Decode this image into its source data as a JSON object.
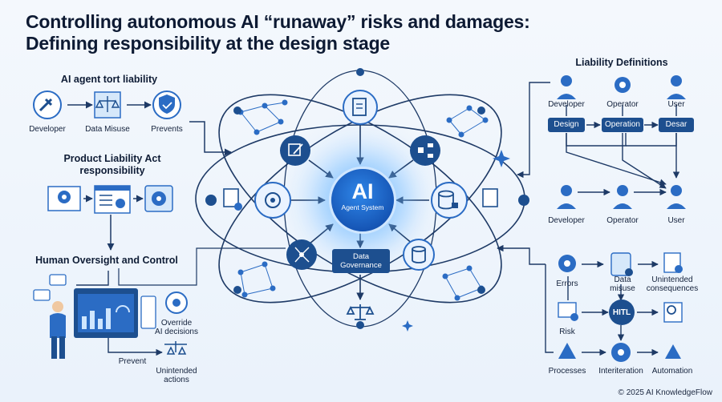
{
  "title": {
    "line1": "Controlling autonomous AI “runaway” risks and damages:",
    "line2": "Defining responsibility at the design stage"
  },
  "left": {
    "tort": {
      "heading": "AI agent tort liability",
      "labels": [
        "Developer",
        "Data Misuse",
        "Prevents"
      ]
    },
    "product": {
      "heading_line1": "Product Liability Act",
      "heading_line2": "responsibility"
    },
    "oversight": {
      "heading": "Human Oversight and Control",
      "override_line1": "Override",
      "override_line2": "AI decisions",
      "prevent": "Prevent",
      "unintended_line1": "Unintended",
      "unintended_line2": "actions"
    }
  },
  "center": {
    "ai_label": "AI",
    "ai_sub": "Agent System",
    "governance_line1": "Data",
    "governance_line2": "Governance"
  },
  "right": {
    "liability": {
      "heading": "Liability Definitions",
      "roles_top": [
        "Developer",
        "Operator",
        "User"
      ],
      "stages": [
        "Design",
        "Operation",
        "Desar"
      ],
      "roles_bottom": [
        "Developer",
        "Operator",
        "User"
      ]
    },
    "risk": {
      "errors": "Errors",
      "data_misuse_line1": "Data",
      "data_misuse_line2": "misuse",
      "unintended_line1": "Unintended",
      "unintended_line2": "consequences",
      "risk": "Risk",
      "hitl": "HITL",
      "processes": "Processes",
      "interiteration": "Interiteration",
      "automation": "Automation"
    }
  },
  "copyright": "© 2025 AI KnowledgeFlow",
  "colors": {
    "dark_blue": "#1d4f8f",
    "mid_blue": "#2b6cc4",
    "light_blue": "#d6e8fa",
    "line": "#1e3a66"
  }
}
